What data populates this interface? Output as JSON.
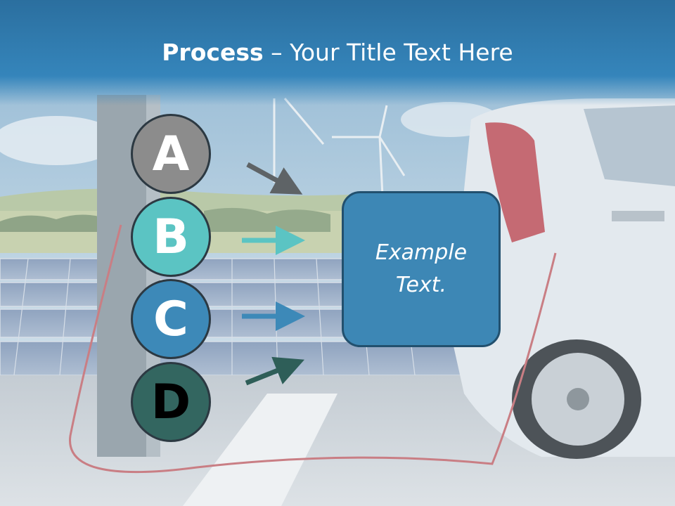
{
  "title": {
    "bold": "Process",
    "rest": " – Your Title Text Here"
  },
  "steps": [
    {
      "letter": "A",
      "color": "#8c8c8c",
      "text_color": "#ffffff",
      "arrow_color": "#5e6366"
    },
    {
      "letter": "B",
      "color": "#5bc4c3",
      "text_color": "#ffffff",
      "arrow_color": "#5bc4c3"
    },
    {
      "letter": "C",
      "color": "#3d89b8",
      "text_color": "#ffffff",
      "arrow_color": "#3d89b8"
    },
    {
      "letter": "D",
      "color": "#336660",
      "text_color": "#000000",
      "arrow_color": "#2e5e58"
    }
  ],
  "box": {
    "text": "Example Text.",
    "color": "#3d87b5"
  },
  "colors": {
    "title_bar": "#2e7ab0"
  }
}
